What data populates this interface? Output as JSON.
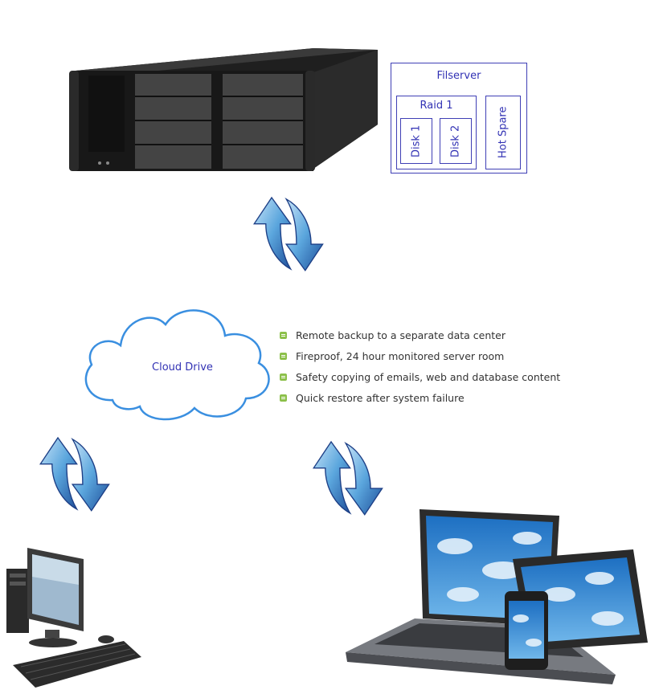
{
  "filserver": {
    "title": "Filserver",
    "raid_label": "Raid 1",
    "disks": [
      "Disk 1",
      "Disk 2"
    ],
    "hot_spare": "Hot Spare"
  },
  "cloud": {
    "label": "Cloud Drive"
  },
  "features": [
    "Remote backup to a separate data center",
    "Fireproof, 24 hour monitored server room",
    "Safety copying of emails, web and database content",
    "Quick restore after system failure"
  ],
  "colors": {
    "diagram_line": "#3f3fb5",
    "cloud_stroke": "#3a8fe0",
    "bullet": "#8cc04a",
    "arrow_fill": "#4a9ad8"
  },
  "icons": [
    "rack-server-image",
    "sync-arrows-icon",
    "desktop-computer-image",
    "laptop-tablet-phone-image"
  ]
}
